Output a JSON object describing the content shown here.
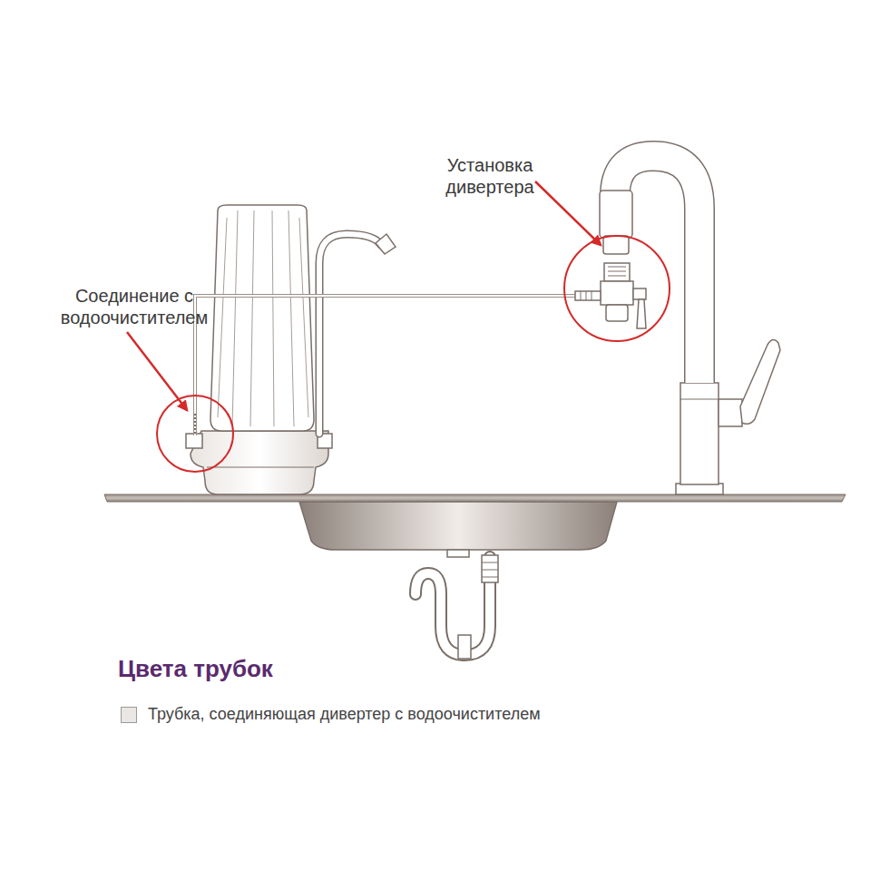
{
  "diagram": {
    "labels": [
      "Установка дивертера",
      "Соединение с водоочистителем",
      "Цвета трубок"
    ],
    "legend": [
      {
        "text": "Трубка, соединяющая дивертер с водоочистителем",
        "color": "#e9e6e3"
      }
    ]
  }
}
